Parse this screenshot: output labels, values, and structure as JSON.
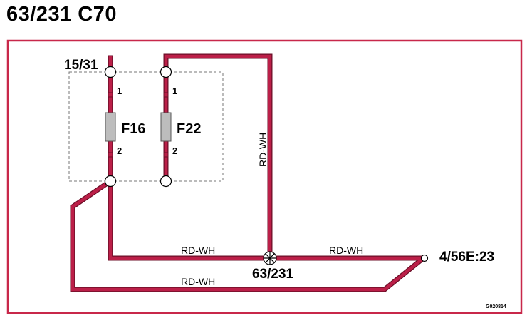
{
  "title": "63/231 C70",
  "colors": {
    "frame": "#c8284a",
    "wire": "#bb1f48",
    "wire_outline": "#6b0f27",
    "fuse_body": "#bdbdbd",
    "dashed_box": "#777777"
  },
  "nodes": {
    "supply": "15/31",
    "splice": "63/231",
    "connector": "4/56E:23"
  },
  "fuses": [
    {
      "label": "F16",
      "pin_top": "1",
      "pin_bottom": "2"
    },
    {
      "label": "F22",
      "pin_top": "1",
      "pin_bottom": "2"
    }
  ],
  "wires": {
    "vertical_right": "RD-WH",
    "mid_left": "RD-WH",
    "mid_right": "RD-WH",
    "bottom": "RD-WH"
  },
  "figure_id": "G020814"
}
